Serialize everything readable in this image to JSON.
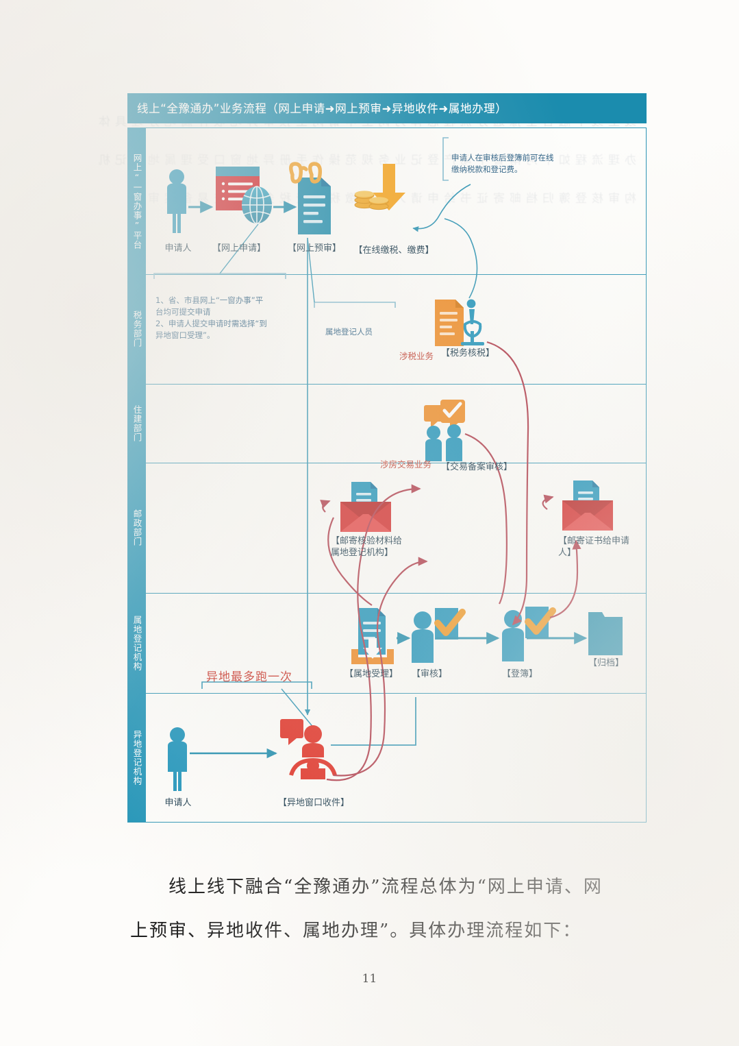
{
  "page": {
    "number": "11",
    "background_color": "#fdfcfa",
    "bleed_through_text": "线上线下融合全豫通办流程总体为网上申请网上预审异地收件属地办理具体办理流程如下河南省不动产登记业务规范操作手册异地窗口受理属地登记机构审核登簿归档邮寄证书给申请人在线缴税缴费税务核税交易备案审核"
  },
  "diagram": {
    "title": "线上“全豫通办”业务流程（网上申请➜网上预审➜异地收件➜属地办理）",
    "accent_color": "#1b8cae",
    "lane_color": "#2094b8",
    "border_color": "#2a93b4",
    "lanes": [
      {
        "label": "网上“一窗办事”平台"
      },
      {
        "label": "税务部门"
      },
      {
        "label": "住建部门"
      },
      {
        "label": "邮政部门"
      },
      {
        "label": "属地登记机构"
      },
      {
        "label": "异地登记机构"
      }
    ],
    "nodes": {
      "applicant_online": "申请人",
      "online_apply": "【网上申请】",
      "online_pre_review": "【网上预审】",
      "online_pay": "【在线缴税、缴费】",
      "tax_audit": "【税务核税】",
      "trade_record_review": "【交易备案审核】",
      "mail_materials": "【邮寄核验材料给\n属地登记机构】",
      "mail_certificate": "【邮寄证书给申请\n人】",
      "local_accept": "【属地受理】",
      "review": "【审核】",
      "register": "【登簿】",
      "archive": "【归档】",
      "applicant_offline": "申请人",
      "remote_window_receive": "【异地窗口收件】"
    },
    "notes": {
      "online_pay_note": "申请人在审核后登簿前可在线\n缴纳税款和登记费。",
      "platform_note": "1、省、市县网上“一窗办事”平\n台均可提交申请\n2、申请人提交申请时需选择“到\n异地窗口受理”。",
      "local_registrar_note": "属地登记人员"
    },
    "tags": {
      "tax_business": "涉税业务",
      "housing_trade_business": "涉房交易业务",
      "run_once": "异地最多跑一次"
    }
  },
  "paragraph": {
    "line1": "　　线上线下融合“全豫通办”流程总体为“网上申请、网",
    "line2": "上预审、异地收件、属地办理”。具体办理流程如下："
  }
}
